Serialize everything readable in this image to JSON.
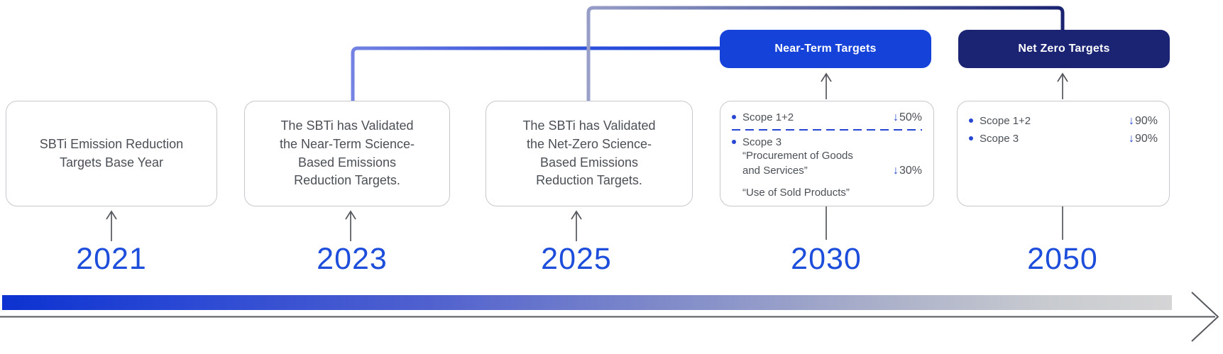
{
  "colors": {
    "accent_blue": "#1543da",
    "navy": "#1a2473",
    "year_blue": "#1d4ddb",
    "body_text": "#4b5056",
    "line_gray": "#54575c",
    "bullet_blue": "#2747d2"
  },
  "icons": {
    "down-arrow": "↓"
  },
  "headers": {
    "near_term": "Near-Term Targets",
    "net_zero": "Net Zero Targets"
  },
  "years": [
    "2021",
    "2023",
    "2025",
    "2030",
    "2050"
  ],
  "boxes": {
    "y2021": "SBTi Emission Reduction Targets Base Year",
    "y2023": "The SBTi has Validated the Near-Term Science-Based Emissions Reduction Targets.",
    "y2025": "The SBTi has Validated the Net-Zero Science-Based Emissions Reduction Targets.",
    "y2030": {
      "scope12_label": "Scope 1+2",
      "scope12_value": "50%",
      "scope3_label": "Scope 3",
      "scope3_sub1_line1": "“Procurement of Goods",
      "scope3_sub1_line2": "and Services”",
      "scope3_sub1_value": "30%",
      "scope3_sub2": "“Use of Sold Products”"
    },
    "y2050": {
      "scope12_label": "Scope 1+2",
      "scope12_value": "90%",
      "scope3_label": "Scope 3",
      "scope3_value": "90%"
    }
  }
}
